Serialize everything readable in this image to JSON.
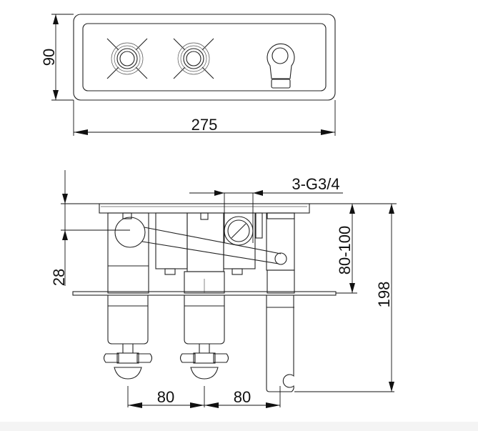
{
  "drawing": {
    "top_view": {
      "height_dim": "90",
      "width_dim": "275"
    },
    "side_view": {
      "connection_label": "3-G3/4",
      "offset_dim": "28",
      "wall_depth_dim": "80-100",
      "total_depth_dim": "198",
      "spacing_dims": [
        "80",
        "80"
      ]
    }
  }
}
